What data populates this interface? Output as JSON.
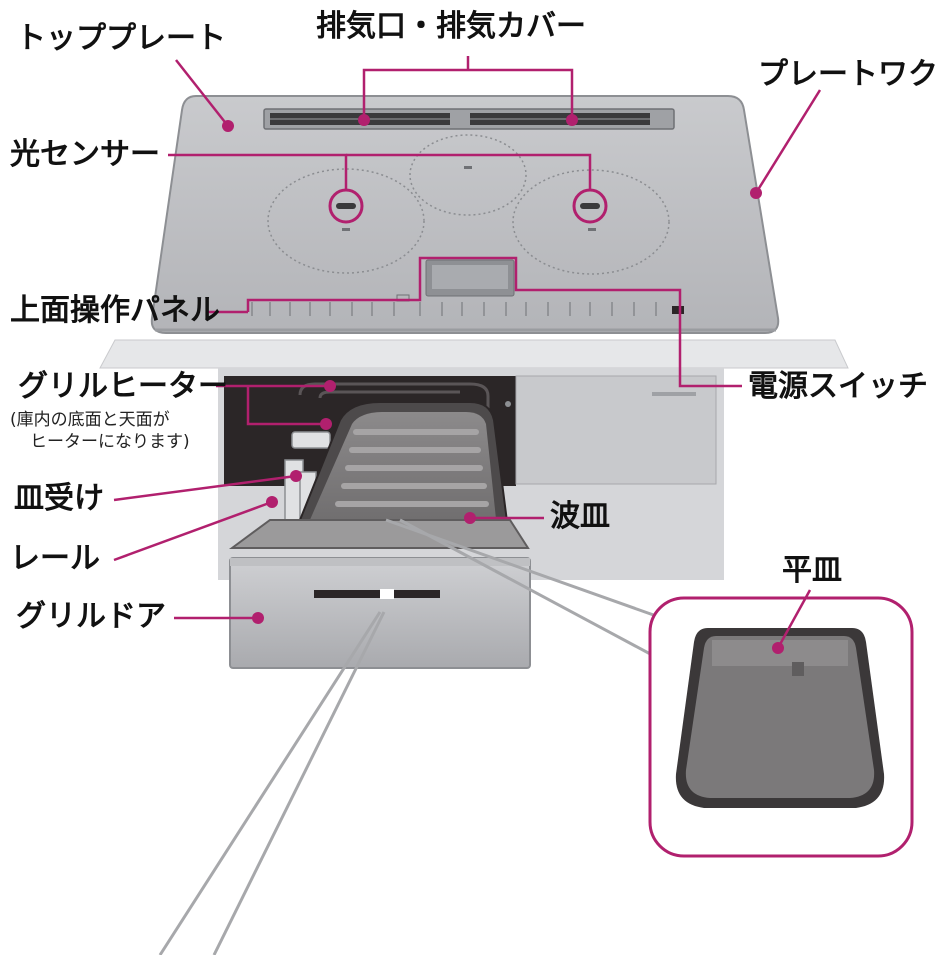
{
  "colors": {
    "accent": "#b1206e",
    "plate": "#bcbdc0",
    "plate_edge": "#8d8f93",
    "counter": "#e4e5e7",
    "cabinet": "#c8c9cc",
    "dark": "#2b2627",
    "tray": "#7d7b7c"
  },
  "labels": {
    "top_plate": "トッププレート",
    "exhaust": "排気口・排気カバー",
    "plate_work": "プレートワク",
    "light_sensor": "光センサー",
    "control_panel": "上面操作パネル",
    "grill_heater": "グリルヒーター",
    "grill_heater_note_1": "(庫内の底面と天面が",
    "grill_heater_note_2": "ヒーターになります)",
    "power_switch": "電源スイッチ",
    "drip_tray": "皿受け",
    "wave_tray": "波皿",
    "rail": "レール",
    "flat_tray": "平皿",
    "grill_door": "グリルドア"
  }
}
